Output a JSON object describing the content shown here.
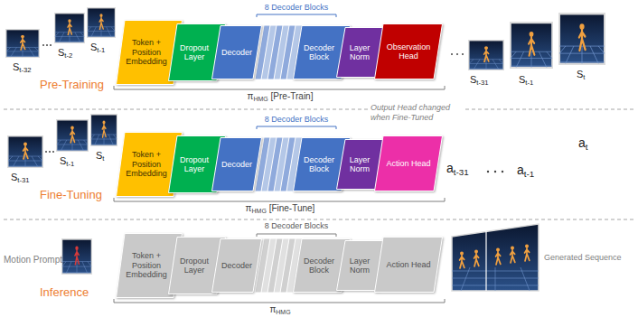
{
  "diagram": {
    "nodes": [
      {
        "text": [
          "Token + Position Embedding"
        ]
      },
      {
        "text": [
          "Dropout Layer"
        ]
      },
      {
        "text": [
          "Decoder"
        ]
      },
      {
        "text": [
          "Decoder Block"
        ]
      },
      {
        "text": [
          "Layer Norm"
        ]
      },
      {
        "text": [
          "Observation Head"
        ]
      },
      {
        "text": [
          "Token + Position Embedding"
        ]
      },
      {
        "text": [
          "Dropout Layer"
        ]
      },
      {
        "text": [
          "Decoder"
        ]
      },
      {
        "text": [
          "Decoder Block"
        ]
      },
      {
        "text": [
          "Layer Norm"
        ]
      },
      {
        "text": [
          "Action Head"
        ]
      },
      {
        "text": [
          "Token + Position Embedding"
        ]
      },
      {
        "text": [
          "Dropout Layer"
        ]
      },
      {
        "text": [
          "Decoder"
        ]
      },
      {
        "text": [
          "Decoder Block"
        ]
      },
      {
        "text": [
          "Layer Norm"
        ]
      },
      {
        "text": [
          "Action Head"
        ]
      }
    ],
    "labels": [
      "St-32",
      "St-2",
      "St-1",
      "Pre-Training",
      "8 Decoder Blocks",
      "πHMG [Pre-Train]",
      "St-31",
      "St-1",
      "St",
      "St-31",
      "St-1",
      "St",
      "Fine-Tuning",
      "8 Decoder Blocks",
      "Output Head changed when Fine-Tuned",
      "πHMG [Fine-Tune]",
      "at-31",
      "at-1",
      "at",
      "Motion Prompt",
      "Inference",
      "8 Decoder Blocks",
      "πHMG",
      "Generated Sequence"
    ]
  }
}
